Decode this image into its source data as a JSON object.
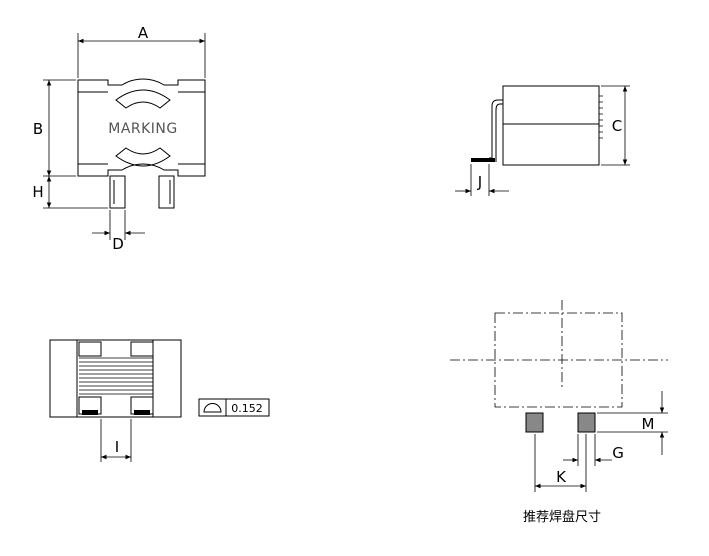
{
  "labels": {
    "A": "A",
    "B": "B",
    "H": "H",
    "D": "D",
    "C": "C",
    "J": "J",
    "I": "I",
    "M": "M",
    "G": "G",
    "K": "K"
  },
  "marking_text": "MARKING",
  "tolerance_value": "0.152",
  "footprint_caption": "推荐焊盘尺寸"
}
